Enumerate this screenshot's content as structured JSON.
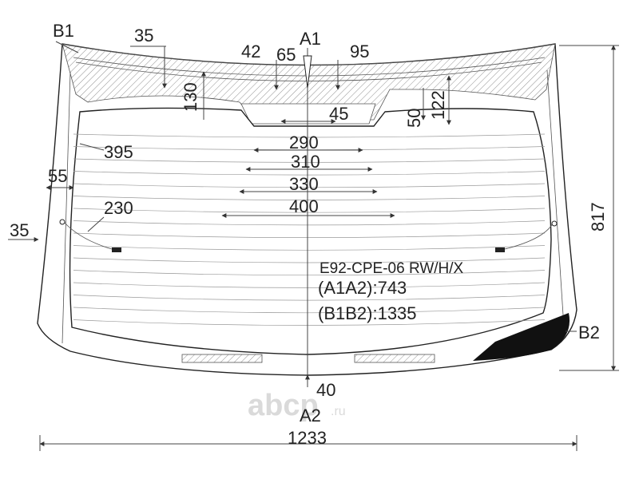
{
  "labels": {
    "b1": "B1",
    "b2": "B2",
    "a1": "A1",
    "a2": "A2"
  },
  "dimensions": {
    "d35_top": "35",
    "d42": "42",
    "d65": "65",
    "d95": "95",
    "d130": "130",
    "d45": "45",
    "d50": "50",
    "d122": "122",
    "d290": "290",
    "d395": "395",
    "d310": "310",
    "d55": "55",
    "d330": "330",
    "d400": "400",
    "d230": "230",
    "d35_left": "35",
    "d817": "817",
    "d40": "40",
    "d1233": "1233"
  },
  "info": {
    "part_code": "E92-CPE-06 RW/H/X",
    "a1a2": "(A1A2):743",
    "b1b2": "(B1B2):1335"
  },
  "watermark": {
    "logo": "abcp",
    "domain": ".ru"
  }
}
